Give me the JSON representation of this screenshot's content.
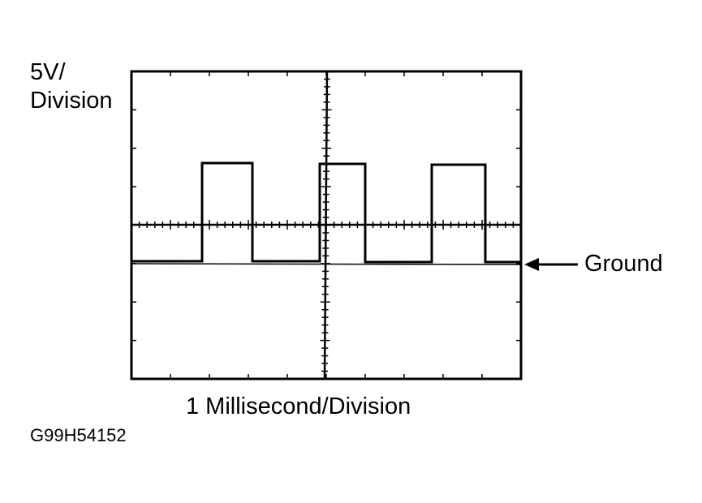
{
  "scope": {
    "vertical_scale": [
      "5V/",
      "Division"
    ],
    "horizontal_scale": "1 Millisecond/Division",
    "ground_label": "Ground",
    "figure_id": "G99H54152",
    "trace_color": "#000000",
    "background_color": "#ffffff"
  }
}
